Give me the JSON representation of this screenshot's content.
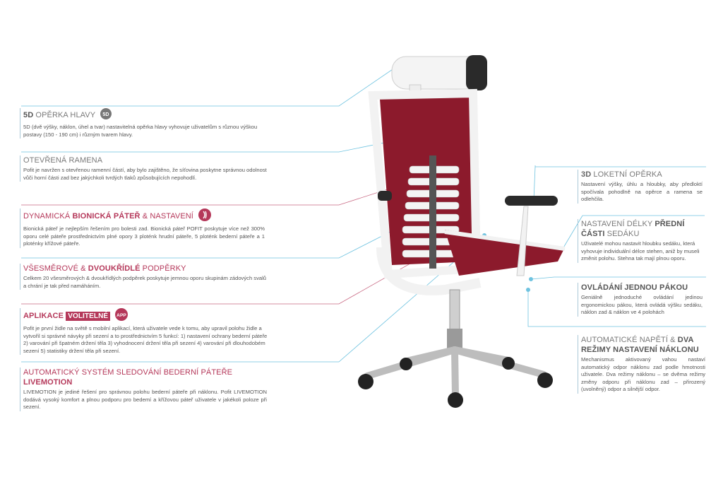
{
  "features": {
    "headrest": {
      "title_normal": "5D ",
      "title_bold": "OPĚRKA HLAVY",
      "badge": "5D",
      "desc": "5D (dvě výšky, náklon, úhel a tvar) nastavitelná opěrka hlavy vyhovuje uživatelům s různou výškou postavy (150 - 190 cm) i různým tvarem hlavy."
    },
    "shoulders": {
      "title_normal": "OTEVŘENÁ RAMENA",
      "desc": "Pofit je navržen s otevřenou ramenní částí, aby bylo zajištěno, že síťovina poskytne správnou odolnost vůči horní části zad bez jakýchkoli tvrdých tlaků způsobujících nepohodlí."
    },
    "spine": {
      "title_a": "DYNAMICKÁ ",
      "title_b": "BIONICKÁ PÁTEŘ",
      "title_c": " & NASTAVENÍ",
      "desc": "Bionická páteř je nejlepším řešením pro bolesti zad. Bionická páteř POFIT poskytuje více než 300% oporu celé páteře prostřednictvím plné opory 3 ploténk hrudní páteře, 5 ploténk bederní páteře a 1 ploténky křížové páteře."
    },
    "supports": {
      "title_a": "VŠESMĚROVÉ & ",
      "title_b": "DVOUKŘÍDLÉ",
      "title_c": " PODPĚRKY",
      "desc": "Celkem 20 všesměrových & dvoukřídlých podpěrek poskytuje jemnou oporu skupinám zádových svalů a chrání je tak před namáháním."
    },
    "app": {
      "title_a": "APLIKACE ",
      "tag": "VOLITELNÉ",
      "badge": "APP",
      "desc": "Pofit je první židle na světě s mobilní aplikací, která uživatele vede k tomu, aby upravil polohu židle a vytvořil si správné návyky při sezení a to prostřednictvím 5 funkcí: 1) nastavení ochrany bederní páteře 2) varování při špatném držení těla 3) vyhodnocení držení těla při sezení 4) varování při dlouhodobém sezení 5) statistiky držení těla při sezení."
    },
    "livemotion": {
      "title_a": "AUTOMATICKÝ SYSTÉM SLEDOVÁNÍ BEDERNÍ PÁTEŘE ",
      "title_b": "LIVEMOTION",
      "desc": "LIVEMOTION je jediné řešení pro správnou polohu bederní páteře při náklonu. Pofit LIVEMOTION dodává vysoký komfort a plnou podporu pro bedemí a křížovou páteř uživatele v jakékoli poloze při sezení."
    },
    "armrest": {
      "title_a": "3D ",
      "title_b": "LOKETNÍ OPĚRKA",
      "desc": "Nastavení výšky, úhlu a hloubky, aby předloktí spočívala pohodlně na opěrce a ramena se odlehčila."
    },
    "seatdepth": {
      "title_a": "NASTAVENÍ DÉLKY ",
      "title_b": "PŘEDNÍ ČÁSTI",
      "title_c": " SEDÁKU",
      "desc": "Uživatelé mohou nastavit hloubku sedáku, která vyhovuje individuální délce stehen, aniž by museli změnit polohu. Stehna tak mají plnou oporu."
    },
    "lever": {
      "title_b": "OVLÁDÁNÍ JEDNOU PÁKOU",
      "desc": "Geniálně jednoduché ovládání jedinou ergonomickou pákou, která ovládá výšku sedáku, náklon zad & náklon ve 4 polohách"
    },
    "tension": {
      "title_a": "AUTOMATICKÉ NAPĚTÍ & ",
      "title_b": "DVA REŽIMY NASTAVENÍ NÁKLONU",
      "desc": "Mechanismus aktivovaný vahou nastaví automatický odpor náklonu zad podle hmotnosti uživatele. Dva režimy náklonu – se dvěma režimy změny odporu při náklonu zad – přirozený (uvolněný) odpor a silnější odpor."
    }
  },
  "colors": {
    "accent": "#b5385a",
    "line": "#6fc3e0",
    "chair_mesh": "#8c1a2c",
    "frame": "#f2f2f2"
  }
}
